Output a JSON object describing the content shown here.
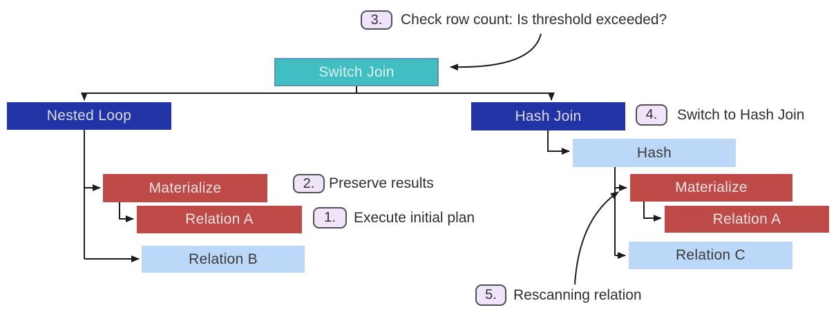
{
  "title": "Switch Join adaptive query plan diagram",
  "colors": {
    "teal": "#41BEC2",
    "teal-border": "#5C90BE",
    "dark-blue": "#2233A6",
    "red": "#BE4A47",
    "light-blue": "#BCD8F9",
    "badge-bg": "#EFE4F9",
    "badge-border": "#4F4F4F",
    "line": "#1C1C1C",
    "text-dark": "#3A3A3A",
    "text-on-teal": "#DCF0F2",
    "text-on-blue": "#D9DDF0",
    "text-on-red": "#F3E2E2"
  },
  "nodes": [
    {
      "id": "switch-join",
      "label": "Switch Join"
    },
    {
      "id": "nested-loop",
      "label": "Nested Loop"
    },
    {
      "id": "hash-join",
      "label": "Hash Join"
    },
    {
      "id": "materialize-left",
      "label": "Materialize"
    },
    {
      "id": "relation-a-left",
      "label": "Relation A"
    },
    {
      "id": "relation-b",
      "label": "Relation B"
    },
    {
      "id": "hash",
      "label": "Hash"
    },
    {
      "id": "materialize-right",
      "label": "Materialize"
    },
    {
      "id": "relation-a-right",
      "label": "Relation A"
    },
    {
      "id": "relation-c",
      "label": "Relation C"
    }
  ],
  "annotations": {
    "step1": {
      "badge": "1.",
      "text": "Execute initial plan"
    },
    "step2": {
      "badge": "2.",
      "text": "Preserve results"
    },
    "step3": {
      "badge": "3.",
      "text": "Check row count: Is threshold exceeded?"
    },
    "step4": {
      "badge": "4.",
      "text": "Switch to Hash Join"
    },
    "step5": {
      "badge": "5.",
      "text": "Rescanning relation"
    }
  },
  "edges": [
    {
      "from": "switch-join",
      "to": "nested-loop"
    },
    {
      "from": "switch-join",
      "to": "hash-join"
    },
    {
      "from": "nested-loop",
      "to": "materialize-left"
    },
    {
      "from": "materialize-left",
      "to": "relation-a-left"
    },
    {
      "from": "nested-loop",
      "to": "relation-b"
    },
    {
      "from": "hash-join",
      "to": "hash"
    },
    {
      "from": "hash",
      "to": "materialize-right"
    },
    {
      "from": "materialize-right",
      "to": "relation-a-right"
    },
    {
      "from": "hash",
      "to": "relation-c"
    },
    {
      "from": "step3-annotation",
      "to": "switch-join",
      "style": "curved"
    },
    {
      "from": "step5-annotation",
      "to": "materialize-right",
      "style": "curved"
    }
  ]
}
